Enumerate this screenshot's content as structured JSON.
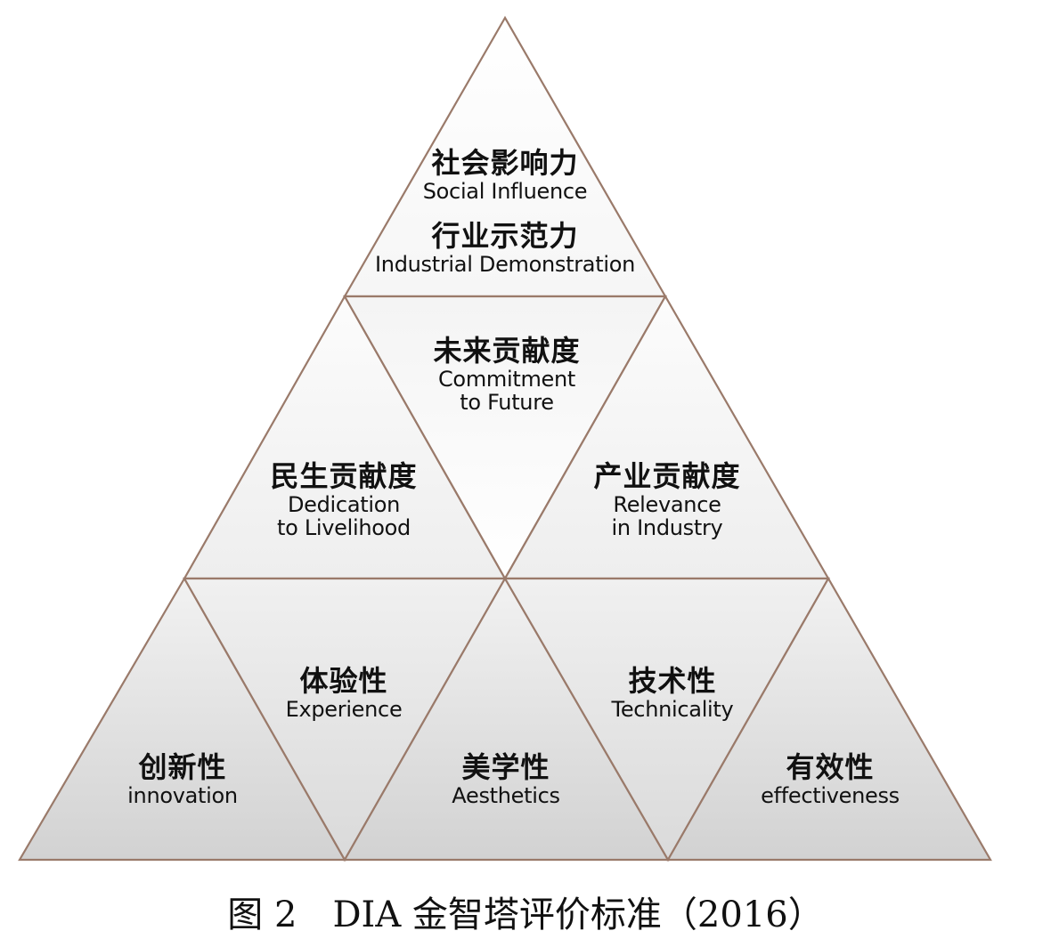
{
  "diagram": {
    "colors": {
      "outline": "#9a7a6a",
      "fill_light": "#fafafa",
      "fill_mid": "#eeeeee",
      "fill_dark": "#d4d4d4",
      "text": "#111111"
    },
    "apex": {
      "zh_1": "社会影响力",
      "en_1": "Social Influence",
      "zh_2": "行业示范力",
      "en_2": "Industrial Demonstration"
    },
    "row2": {
      "left": {
        "zh": "民生贡献度",
        "en_1": "Dedication",
        "en_2": "to Livelihood"
      },
      "center": {
        "zh": "未来贡献度",
        "en_1": "Commitment",
        "en_2": "to Future"
      },
      "right": {
        "zh": "产业贡献度",
        "en_1": "Relevance",
        "en_2": "in Industry"
      }
    },
    "row3": {
      "innovation": {
        "zh": "创新性",
        "en": "innovation"
      },
      "experience": {
        "zh": "体验性",
        "en": "Experience"
      },
      "aesthetics": {
        "zh": "美学性",
        "en": "Aesthetics"
      },
      "technicality": {
        "zh": "技术性",
        "en": "Technicality"
      },
      "effectiveness": {
        "zh": "有效性",
        "en": "effectiveness"
      }
    }
  },
  "caption": "图 2　DIA 金智塔评价标准（2016）"
}
